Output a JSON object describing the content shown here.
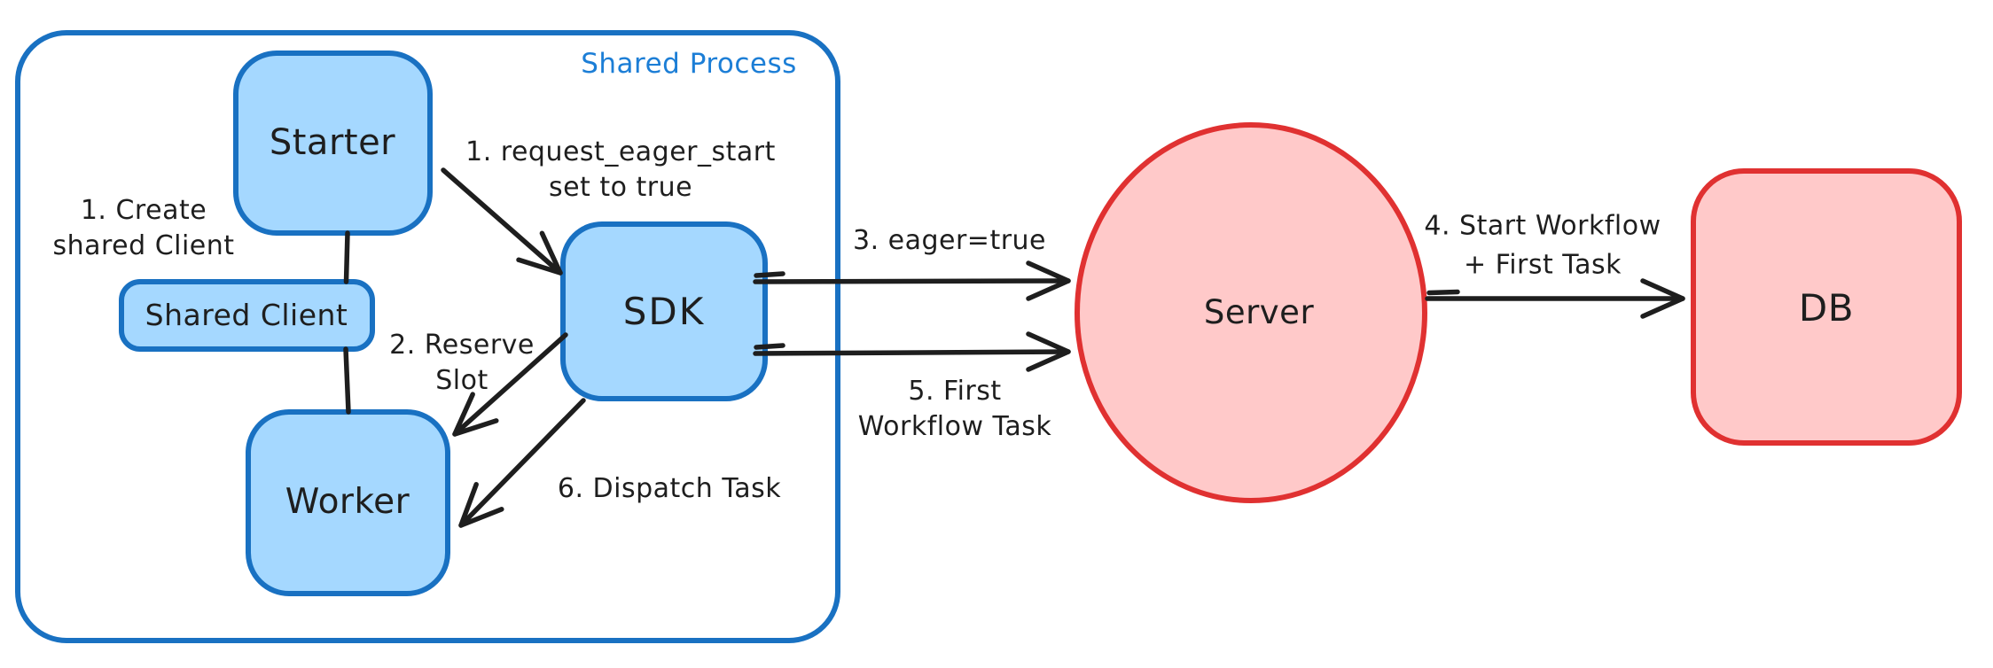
{
  "colors": {
    "blue_stroke": "#1971c2",
    "blue_fill": "#a5d8ff",
    "red_stroke": "#e03131",
    "red_fill": "#ffc9c9",
    "process_label": "#1c7ed6",
    "ink": "#1e1e1e",
    "background": "#ffffff"
  },
  "diagram": {
    "container": {
      "label": "Shared Process"
    },
    "nodes": {
      "starter": {
        "label": "Starter"
      },
      "shared_client": {
        "label": "Shared Client"
      },
      "worker": {
        "label": "Worker"
      },
      "sdk": {
        "label": "SDK"
      },
      "server": {
        "label": "Server"
      },
      "db": {
        "label": "DB"
      }
    },
    "annotations": {
      "create_shared_client": {
        "line1": "1. Create",
        "line2": "shared Client"
      },
      "request_eager_start": {
        "line1": "1. request_eager_start",
        "line2": "set to true"
      },
      "reserve_slot": {
        "line1": "2. Reserve",
        "line2": "Slot"
      },
      "eager_true": {
        "line1": "3. eager=true"
      },
      "start_workflow": {
        "line1": "4. Start Workflow",
        "line2": "+ First Task"
      },
      "first_workflow_task": {
        "line1": "5. First",
        "line2": "Workflow Task"
      },
      "dispatch_task": {
        "line1": "6. Dispatch Task"
      }
    }
  }
}
